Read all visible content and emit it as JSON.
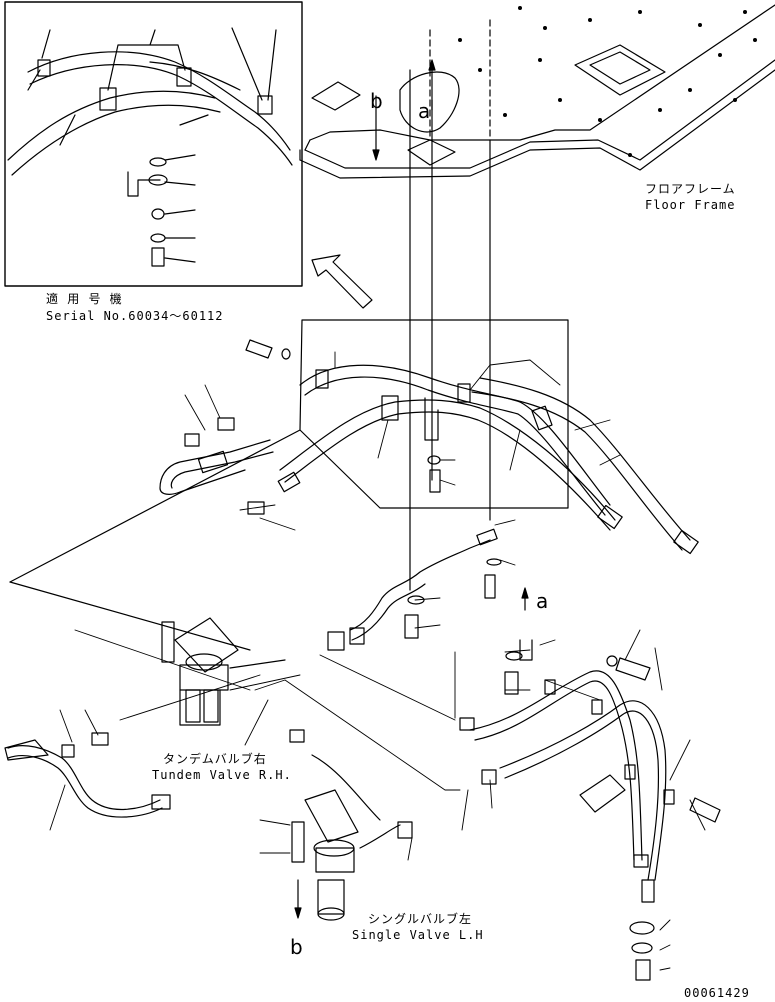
{
  "labels": {
    "floor_frame_jp": "フロアフレーム",
    "floor_frame_en": "Floor Frame",
    "applicable_jp": "適 用 号 機",
    "serial": "Serial No.60034～60112",
    "tandem_valve_jp": "タンデムバルブ右",
    "tandem_valve_en": "Tundem Valve R.H.",
    "single_valve_jp": "シングルバルブ左",
    "single_valve_en": "Single Valve L.H",
    "view_a": "a",
    "view_b": "b",
    "drawing_number": "00061429"
  }
}
